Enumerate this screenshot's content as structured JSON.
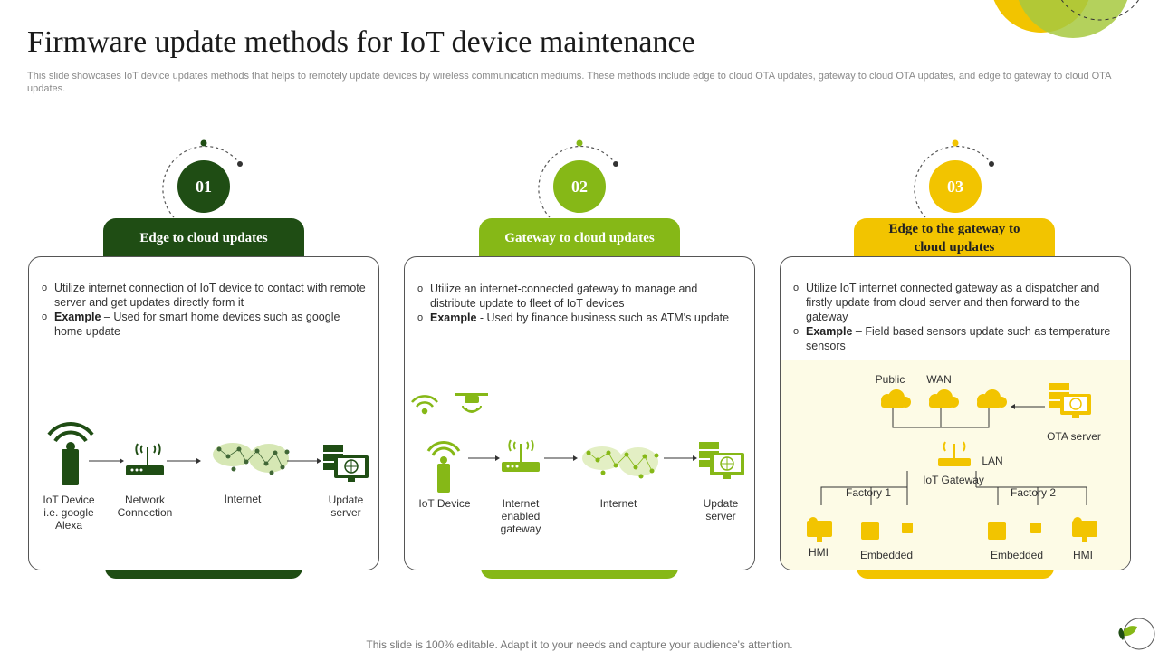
{
  "title": "Firmware update methods for IoT device maintenance",
  "subtitle": "This slide showcases IoT device updates methods that helps to remotely update devices by wireless communication mediums. These methods include edge to cloud OTA updates, gateway to cloud OTA updates, and edge to gateway to cloud OTA updates.",
  "footer": "This slide is 100% editable. Adapt it to your needs and capture your audience's attention.",
  "colors": {
    "dark_green": "#1f4d14",
    "light_green": "#86b817",
    "yellow": "#f2c400"
  },
  "methods": [
    {
      "number": "01",
      "title": "Edge to cloud updates",
      "bullet1": "Utilize internet connection of IoT device to contact with remote server and get updates directly form it",
      "example_label": "Example",
      "example_text": " – Used for smart home devices such as google home update",
      "labels": {
        "device": "IoT Device i.e. google Alexa",
        "network": "Network Connection",
        "internet": "Internet",
        "server": "Update server"
      }
    },
    {
      "number": "02",
      "title": "Gateway to cloud updates",
      "bullet1": "Utilize an internet-connected gateway to manage and distribute update to fleet of IoT devices",
      "example_label": "Example",
      "example_text": " - Used by finance business such as ATM's update",
      "labels": {
        "device": "IoT Device",
        "gateway": "Internet enabled gateway",
        "internet": "Internet",
        "server": "Update server"
      }
    },
    {
      "number": "03",
      "title": "Edge to the gateway to cloud updates",
      "bullet1": "Utilize IoT internet connected gateway as a dispatcher and firstly update from cloud server and then forward to the gateway",
      "example_label": "Example",
      "example_text": " – Field based sensors update such as temperature sensors",
      "labels": {
        "public": "Public",
        "wan": "WAN",
        "ota": "OTA server",
        "lan": "LAN",
        "gateway": "IoT Gateway",
        "factory1": "Factory 1",
        "factory2": "Factory 2",
        "hmi1": "HMI",
        "embedded1": "Embedded",
        "embedded2": "Embedded",
        "hmi2": "HMI"
      }
    }
  ]
}
